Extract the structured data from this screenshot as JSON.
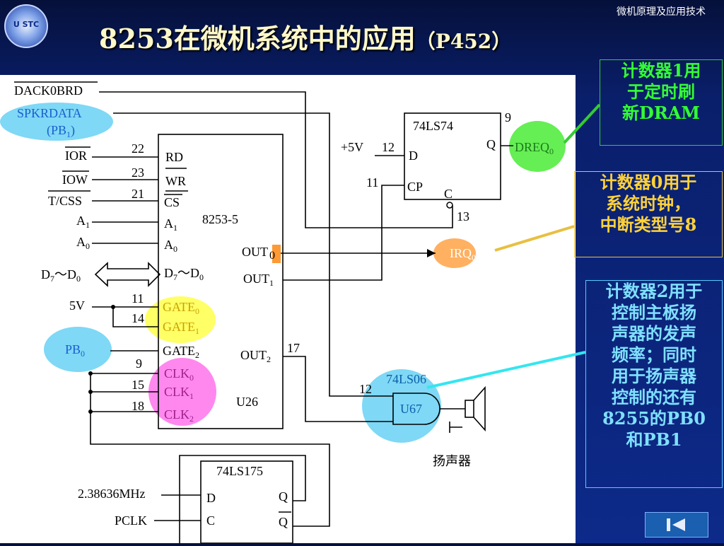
{
  "header": {
    "course": "微机原理及应用技术",
    "title": "8253在微机系统中的应用",
    "ref": "（P452）",
    "logo_text": "U STC"
  },
  "diagram": {
    "signals": {
      "dack": "DACK0BRD",
      "spkrdata": "SPKRDATA",
      "pb1": "(PB",
      "pb1_sub": "1",
      "pb1_close": ")",
      "ior": "IOR",
      "iow": "IOW",
      "tcss": "T/CSS",
      "a1": "A",
      "a1_sub": "1",
      "a0": "A",
      "a0_sub": "0",
      "d7d0": "D",
      "d7d0_a": "7",
      "d7d0_mid": "～D",
      "d7d0_b": "0",
      "v5": "5V",
      "pb0": "PB",
      "pb0_sub": "0",
      "freq": "2.38636MHz",
      "pclk": "PCLK"
    },
    "chip8253": {
      "name": "8253-5",
      "ref": "U26",
      "pins": {
        "rd": "RD",
        "wr": "WR",
        "cs": "CS",
        "a1": "A",
        "a1_sub": "1",
        "a0": "A",
        "a0_sub": "0",
        "d": "D",
        "d_a": "7",
        "d_mid": "～D",
        "d_b": "0",
        "gate0": "GATE",
        "gate0_sub": "0",
        "gate1": "GATE",
        "gate1_sub": "1",
        "gate2": "GATE",
        "gate2_sub": "2",
        "clk0": "CLK",
        "clk0_sub": "0",
        "clk1": "CLK",
        "clk1_sub": "1",
        "clk2": "CLK",
        "clk2_sub": "2",
        "out0": "OUT",
        "out0_sub": "0",
        "out1": "OUT",
        "out1_sub": "1",
        "out2": "OUT",
        "out2_sub": "2"
      },
      "pin_numbers": {
        "rd": "22",
        "wr": "23",
        "cs": "21",
        "gate2": "9",
        "clk0": "11",
        "clk1": "14",
        "clk2": "15",
        "clk2b": "18",
        "out2": "17"
      }
    },
    "ff74": {
      "name": "74LS74",
      "pin_d": "D",
      "pin_cp": "CP",
      "pin_q": "Q",
      "pin_c": "C",
      "v5": "+5V",
      "n12": "12",
      "n11": "11",
      "n9": "9",
      "n13": "13"
    },
    "dreq": {
      "label": "DREQ",
      "sub": "0"
    },
    "irq": {
      "label": "IRQ",
      "sub": "0"
    },
    "gate74ls06": {
      "name": "74LS06",
      "ref": "U67",
      "pin": "12"
    },
    "speaker_label": "扬声器",
    "ff175": {
      "name": "74LS175",
      "pin_d": "D",
      "pin_c": "C",
      "pin_q": "Q",
      "pin_qb": "Q"
    }
  },
  "notes": {
    "note1": [
      "计数器1用",
      "于定时刷",
      "新DRAM"
    ],
    "note2": [
      "计数器0用于",
      "系统时钟，",
      "中断类型号8"
    ],
    "note3": [
      "计数器2用于",
      "控制主板扬",
      "声器的发声",
      "频率；同时",
      "用于扬声器",
      "控制的还有",
      "8255的PB0",
      "和PB1"
    ]
  },
  "colors": {
    "green_note": "#33ff33",
    "yellow_note": "#ffd23a",
    "cyan_note": "#7fe0ff",
    "highlight_blue": "#7fd8f5",
    "highlight_yellow": "#ffff66",
    "highlight_pink": "#ff88ee",
    "highlight_green": "#66ee55",
    "highlight_orange": "#ffb060"
  }
}
